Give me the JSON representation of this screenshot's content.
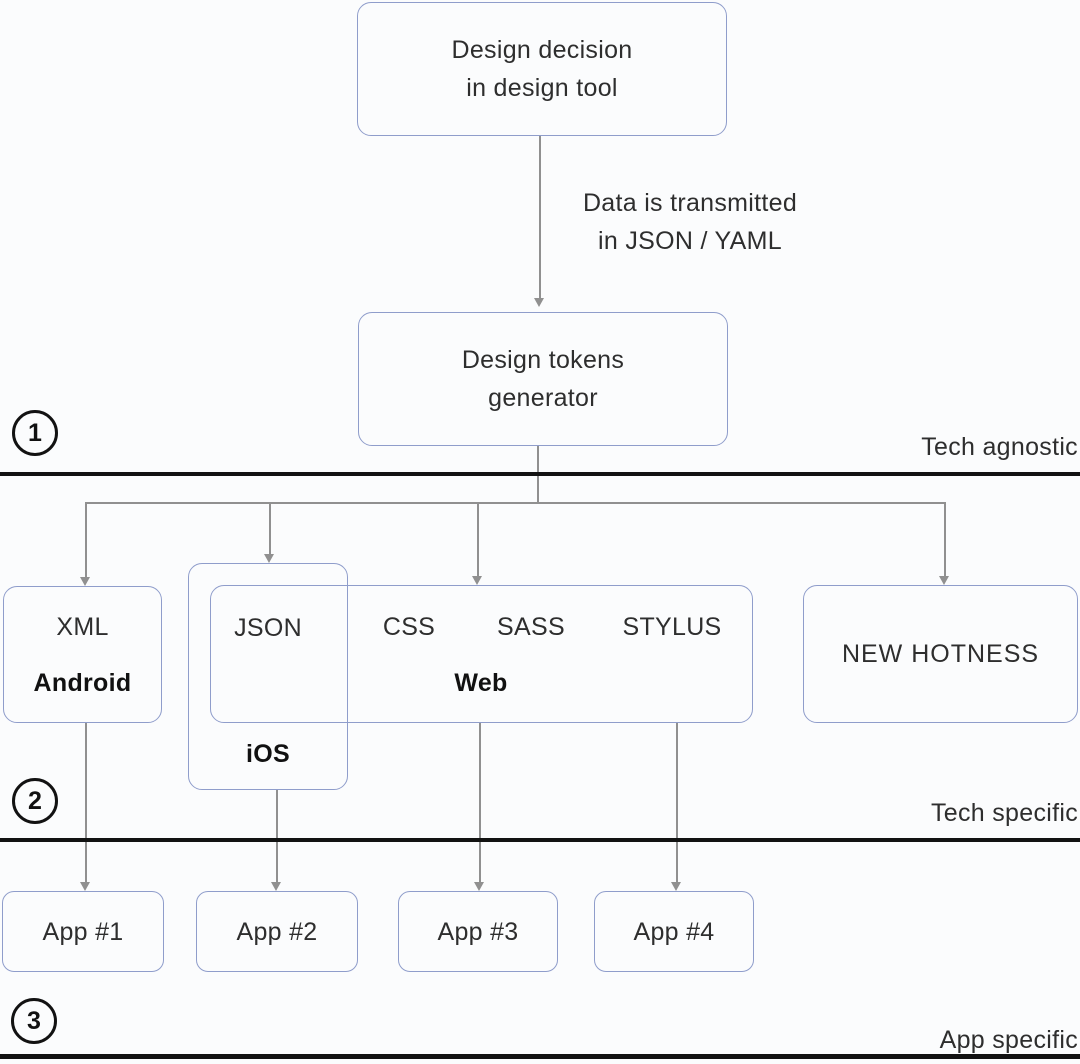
{
  "diagram": {
    "top_box": {
      "line1": "Design decision",
      "line2": "in design tool"
    },
    "transmission": {
      "line1": "Data is transmitted",
      "line2": "in JSON / YAML"
    },
    "generator_box": {
      "line1": "Design tokens",
      "line2": "generator"
    },
    "sections": [
      {
        "number": "1",
        "label": "Tech agnostic"
      },
      {
        "number": "2",
        "label": "Tech specific"
      },
      {
        "number": "3",
        "label": "App specific"
      }
    ],
    "tech": {
      "android": {
        "format": "XML",
        "platform": "Android"
      },
      "ios": {
        "format": "JSON",
        "platform": "iOS"
      },
      "web": {
        "formats": [
          "CSS",
          "SASS",
          "STYLUS"
        ],
        "platform": "Web"
      },
      "new_hotness": {
        "label": "NEW HOTNESS"
      }
    },
    "apps": [
      {
        "label": "App #1"
      },
      {
        "label": "App #2"
      },
      {
        "label": "App #3"
      },
      {
        "label": "App #4"
      }
    ]
  },
  "colors": {
    "background": "#fbfcfd",
    "box_border": "#8f9dcb",
    "connector": "#909090",
    "section_rule": "#121212",
    "text": "#2e2e2e",
    "bold_text": "#111111"
  }
}
